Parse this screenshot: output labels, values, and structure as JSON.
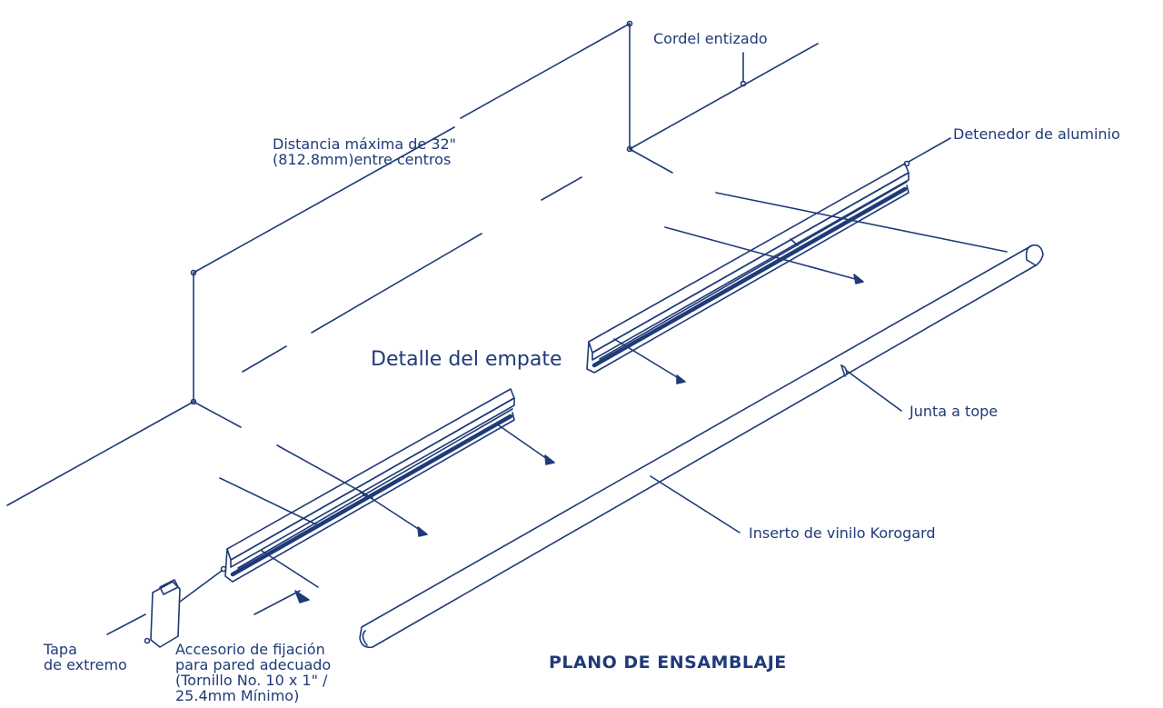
{
  "colors": {
    "line": "#1f3a78",
    "background": "#ffffff"
  },
  "labels": {
    "chalk_line": "Cordel entizado",
    "max_distance": [
      "Distancia máxima de 32\"",
      "(812.8mm)entre centros"
    ],
    "aluminum_retainer": "Detenedor de aluminio",
    "splice_detail": "Detalle del empate",
    "butt_joint": "Junta a tope",
    "vinyl_insert": "Inserto de vinilo Korogard",
    "end_cap": [
      "Tapa",
      "de extremo"
    ],
    "fastener": [
      "Accesorio de fijación",
      "para pared adecuado",
      "(Tornillo No. 10 x 1\" /",
      "25.4mm Mínimo)"
    ],
    "title": "PLANO DE ENSAMBLAJE"
  }
}
